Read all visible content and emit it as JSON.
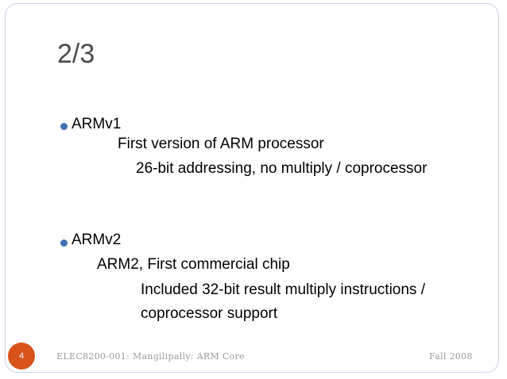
{
  "slide": {
    "title": "2/3",
    "items": [
      {
        "heading": "ARMv1",
        "sub": "First version of ARM processor",
        "subsub": "26-bit addressing, no multiply / coprocessor"
      },
      {
        "heading": "ARMv2",
        "sub": "ARM2, First commercial chip",
        "subsub_line1": "Included 32-bit result multiply instructions /",
        "subsub_line2": "coprocessor support"
      }
    ]
  },
  "footer": {
    "page_number": "4",
    "course": "ELEC8200-001: Mangilipally: ARM Core",
    "term": "Fall 2008"
  },
  "colors": {
    "bullet": "#3f6fb0",
    "badge": "#d8531a",
    "title": "#4a4a4a",
    "frame": "#c9d4e6"
  }
}
